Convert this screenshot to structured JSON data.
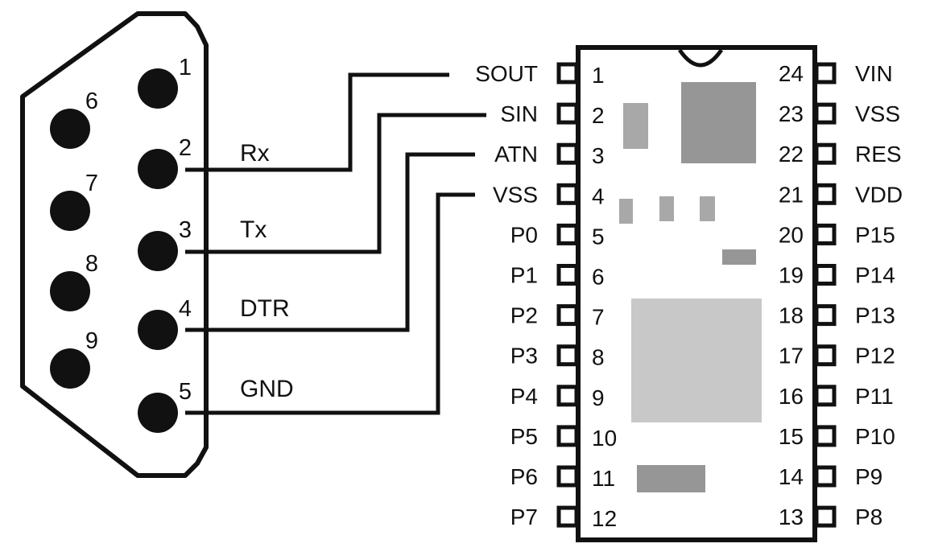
{
  "connector": {
    "pins_right_column": [
      "1",
      "2",
      "3",
      "4",
      "5"
    ],
    "pins_left_column": [
      "6",
      "7",
      "8",
      "9"
    ],
    "signals": [
      "Rx",
      "Tx",
      "DTR",
      "GND"
    ]
  },
  "chip": {
    "left_pin_numbers": [
      "1",
      "2",
      "3",
      "4",
      "5",
      "6",
      "7",
      "8",
      "9",
      "10",
      "11",
      "12"
    ],
    "left_pin_names": [
      "SOUT",
      "SIN",
      "ATN",
      "VSS",
      "P0",
      "P1",
      "P2",
      "P3",
      "P4",
      "P5",
      "P6",
      "P7"
    ],
    "right_pin_numbers": [
      "24",
      "23",
      "22",
      "21",
      "20",
      "19",
      "18",
      "17",
      "16",
      "15",
      "14",
      "13"
    ],
    "right_pin_names": [
      "VIN",
      "VSS",
      "RES",
      "VDD",
      "P15",
      "P14",
      "P13",
      "P12",
      "P11",
      "P10",
      "P9",
      "P8"
    ]
  },
  "colors": {
    "line": "#111111",
    "component_dark": "#969696",
    "component_light": "#a8a8a8",
    "component_pale": "#c8c8c8"
  }
}
